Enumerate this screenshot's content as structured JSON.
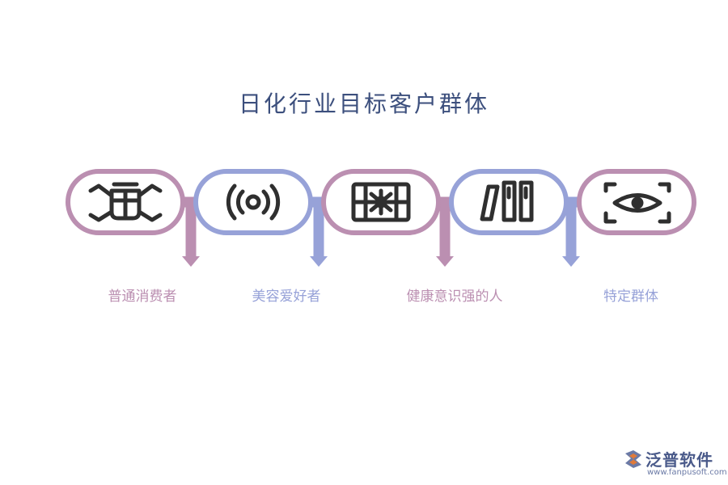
{
  "title": "日化行业目标客户群体",
  "colors": {
    "purple": "#bb8fb1",
    "blue": "#97a2d8",
    "title": "#3c4f7d",
    "icon": "#2f2f2f"
  },
  "nodes": [
    {
      "icon": "bug-icon",
      "color": "#bb8fb1"
    },
    {
      "icon": "broadcast-icon",
      "color": "#97a2d8"
    },
    {
      "icon": "gift-box-icon",
      "color": "#bb8fb1"
    },
    {
      "icon": "books-icon",
      "color": "#97a2d8"
    },
    {
      "icon": "eye-scan-icon",
      "color": "#bb8fb1"
    }
  ],
  "labels": [
    {
      "text": "普通消费者",
      "color": "#bb8fb1"
    },
    {
      "text": "美容爱好者",
      "color": "#97a2d8"
    },
    {
      "text": "健康意识强的人",
      "color": "#bb8fb1"
    },
    {
      "text": "特定群体",
      "color": "#97a2d8"
    }
  ],
  "logo": {
    "name": "泛普软件",
    "url": "www.fanpusoft.com"
  }
}
